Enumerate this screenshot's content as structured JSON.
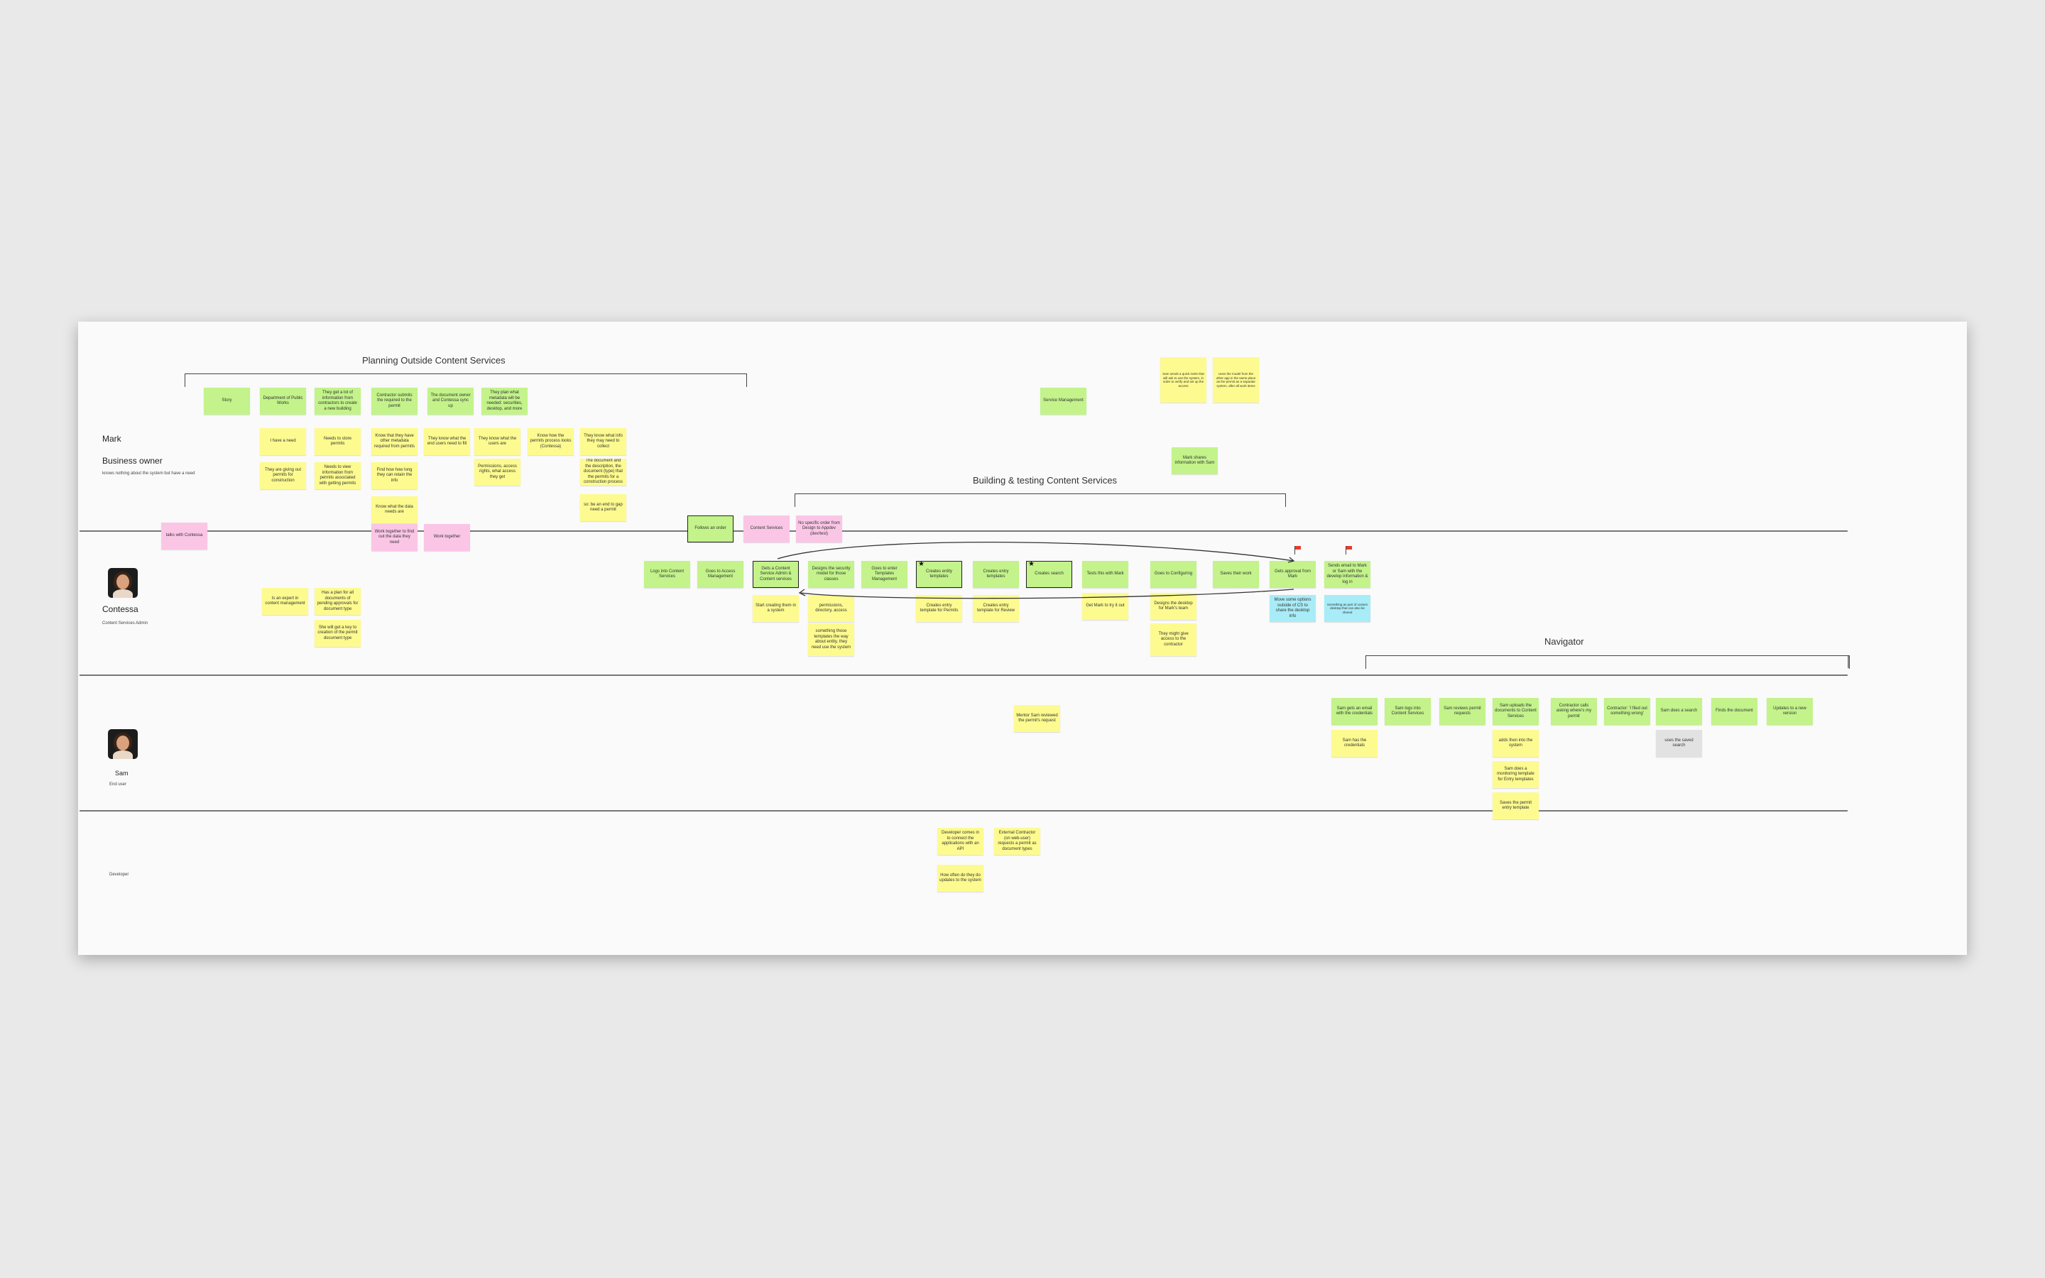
{
  "sections": {
    "planning": "Planning Outside Content Services",
    "building": "Building & testing Content Services",
    "navigator": "Navigator"
  },
  "personas": {
    "mark": {
      "name": "Mark",
      "role": "Business owner",
      "note": "knows nothing about the system but have a need"
    },
    "contessa": {
      "name": "Contessa",
      "role": "Content Services Admin"
    },
    "sam": {
      "name": "Sam",
      "role": "End user"
    },
    "developer": {
      "name": "Developer"
    }
  },
  "notes": {
    "mark_top": [
      "Story",
      "Department of Public Works",
      "They get a lot of information from contractors to create a new building",
      "Contractor submits the required to the permit",
      "The document owner and Contessa sync up",
      "They plan what metadata will be needed: securities, desktop, and more"
    ],
    "mark_mid": [
      "I have a need",
      "Needs to store permits",
      "Know that they have other metadata required from permits",
      "They know what the end users need to fill",
      "They know what the users are",
      "Know how the permits process looks (Contessa)",
      "They know what info they may need to collect"
    ],
    "mark_low": [
      "They are giving out permits for construction",
      "Needs to view information from permits associated with getting permits",
      "Find how how long they can retain the info",
      "Permissions, access rights, what access they get",
      "The document and the description, the document (type) that the permits for a construction process"
    ],
    "mark_low2": [
      "Know what the data needs are",
      "so: be an end to gap need a permit"
    ],
    "pink_row": [
      "talks with Contessa",
      "Work together to find out the data they need",
      "Work together"
    ],
    "right_top": [
      "Service Management",
      "Mark shares information with Sam"
    ],
    "tiny_notes": [
      "Sam sends a quick invite that will ask to use the system, in order to verify and set up the access",
      "Uses the model from the other app in the same place as the permit as a separate system, after all work items"
    ],
    "build_top": [
      "Follows an order",
      "Content Services",
      "No specific order from Design to Appdev (dev/test)"
    ],
    "contessa_row": [
      "Logs into Content Services",
      "Goes to Access Management",
      "Gets a Content Service Admin & Content services",
      "Designs the security model for those classes",
      "Goes to enter Templates Management",
      "Creates entity templates",
      "Creates entry templates",
      "Creates search",
      "Tests this with Mark",
      "Goes to Configuring",
      "Saves their work",
      "Gets approval from Mark",
      "Sends email to Mark or Sam with the develop information & log in"
    ],
    "contessa_below": [
      "Start creating them in a system",
      "permissions, directory, access",
      "Creates entry template for Permits",
      "Creates entry template for Review",
      "Get Mark to try it out",
      "Designs the desktop for Mark's team",
      "Move some options outside of CS to share the desktop info",
      "Something as part of custom desktop that can also be shared"
    ],
    "contessa_below2": [
      "something those templates the way about entity, they need use the system",
      "They might give access to the contractor"
    ],
    "contessa_left": [
      "Is an expert in content management",
      "Has a plan for all documents of pending approvals for document type",
      "She will get a key to creation of the permit document type"
    ],
    "sam_mid": "Mentor Sam reviewed the permit's request",
    "sam_row": [
      "Sam gets an email with the credentials",
      "Sam logs into Content Services",
      "Sam reviews permit requests",
      "Sam uploads the documents to Content Services",
      "Contractor calls asking where's my permit",
      "Contractor: 'I filed out something wrong'",
      "Sam does a search",
      "Finds the document",
      "Updates to a new version"
    ],
    "sam_below": [
      "Sam has the credentials",
      "adds then into the system",
      "Sam does a monitoring template for Entry templates",
      "Saves the permit entry template",
      "uses the saved search"
    ],
    "dev": [
      "Developer comes in to connect the applications with an API",
      "External Contractor (on web-user) requests a permit as document types",
      "How often do they do updates to the system"
    ]
  }
}
